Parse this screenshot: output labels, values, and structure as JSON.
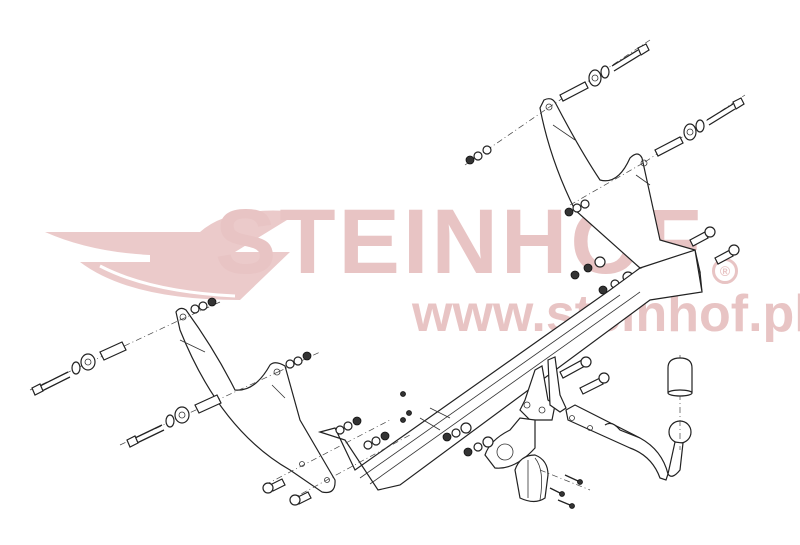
{
  "diagram": {
    "type": "exploded-assembly-drawing",
    "subject": "tow bar / towing hitch assembly",
    "watermark": {
      "brand": "STEINHOF",
      "registered_mark": "®",
      "url": "www.steinhof.pl",
      "color": "#e8c4c4"
    },
    "components": [
      {
        "name": "left-mounting-bracket"
      },
      {
        "name": "right-mounting-bracket"
      },
      {
        "name": "cross-beam"
      },
      {
        "name": "ball-hitch-arm"
      },
      {
        "name": "tow-ball-cover"
      },
      {
        "name": "electrical-socket"
      },
      {
        "name": "socket-mounting-plate"
      },
      {
        "name": "bolts-with-spacers"
      },
      {
        "name": "nuts-and-washers"
      }
    ],
    "line_color": "#222222",
    "background": "#ffffff"
  }
}
